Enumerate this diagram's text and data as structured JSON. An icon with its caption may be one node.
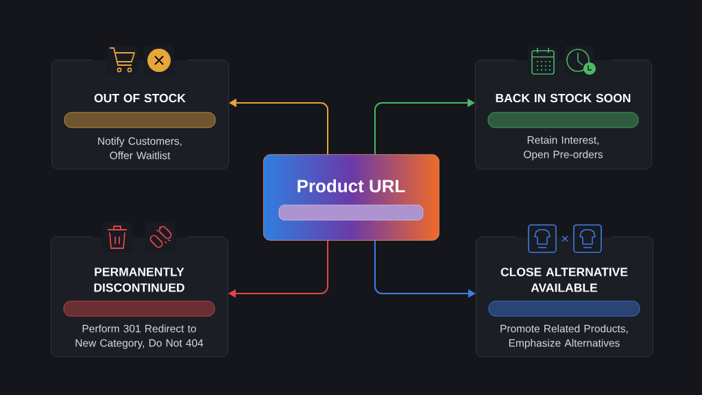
{
  "diagram": {
    "nodes": [
      {
        "text": [
          "Product URL"
        ]
      },
      {
        "text": [
          "OUT OF STOCK",
          "Notify Customers, Offer Waitlist"
        ]
      },
      {
        "text": [
          "BACK IN STOCK SOON",
          "Retain Interest, Open Pre-orders"
        ]
      },
      {
        "text": [
          "PERMANENTLY DISCONTINUED",
          "Perform 301 Redirect to New Category, Do Not 404"
        ]
      },
      {
        "text": [
          "CLOSE ALTERNATIVE AVAILABLE",
          "Promote Related Products, Emphasize Alternatives"
        ]
      }
    ],
    "edges": [
      {
        "from": 0,
        "to": 1,
        "arrow": "to",
        "color": "#e8a53c"
      },
      {
        "from": 0,
        "to": 2,
        "arrow": "to",
        "color": "#4cb865"
      },
      {
        "from": 0,
        "to": 3,
        "arrow": "to",
        "color": "#e04848"
      },
      {
        "from": 0,
        "to": 4,
        "arrow": "to",
        "color": "#3f7ee6"
      }
    ]
  }
}
